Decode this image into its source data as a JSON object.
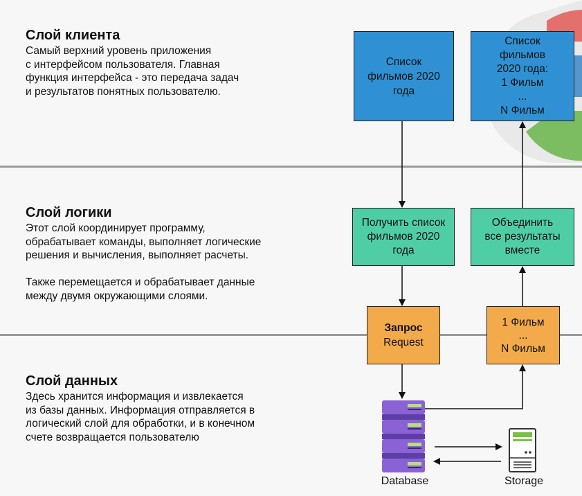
{
  "layers": {
    "client": {
      "title": "Слой клиента",
      "description": "Самый верхний уровень приложения\nс интерфейсом пользователя. Главная\nфункция интерфейса - это передача задач\nи результатов понятных пользователю."
    },
    "logic": {
      "title": "Слой логики",
      "description": "Этот слой координирует программу,\nобрабатывает команды, выполняет логические\nрешения и вычисления, выполняет расчеты.\n\nТакже перемещается и обрабатывает данные\nмежду двумя окружающими слоями."
    },
    "data": {
      "title": "Слой данных",
      "description": "Здесь хранится   информация и извлекается\nиз базы данных. Информация отправляется в\nлогический слой для обработки, и в конечном\nсчете возвращается пользователю"
    }
  },
  "boxes": {
    "client_request": "Список\nфильмов 2020\nгода",
    "client_result": "Список\nфильмов\n2020 года:\n1 Фильм\n...\nN Фильм",
    "logic_get": "Получить список\nфильмов 2020\nгода",
    "logic_merge": "Объединить\nвсе результаты\nвместе",
    "request_title": "Запрос",
    "request_sub": "Request",
    "response": "1 Фильм\n...\nN Фильм"
  },
  "icons": {
    "database_label": "Database",
    "storage_label": "Storage"
  },
  "colors": {
    "client_box": "#2f91d3",
    "logic_box": "#4fcea6",
    "data_box": "#f3aa4a",
    "database": "#8b62d6",
    "storage": "#7ac143",
    "divider": "#9a9a9a"
  }
}
